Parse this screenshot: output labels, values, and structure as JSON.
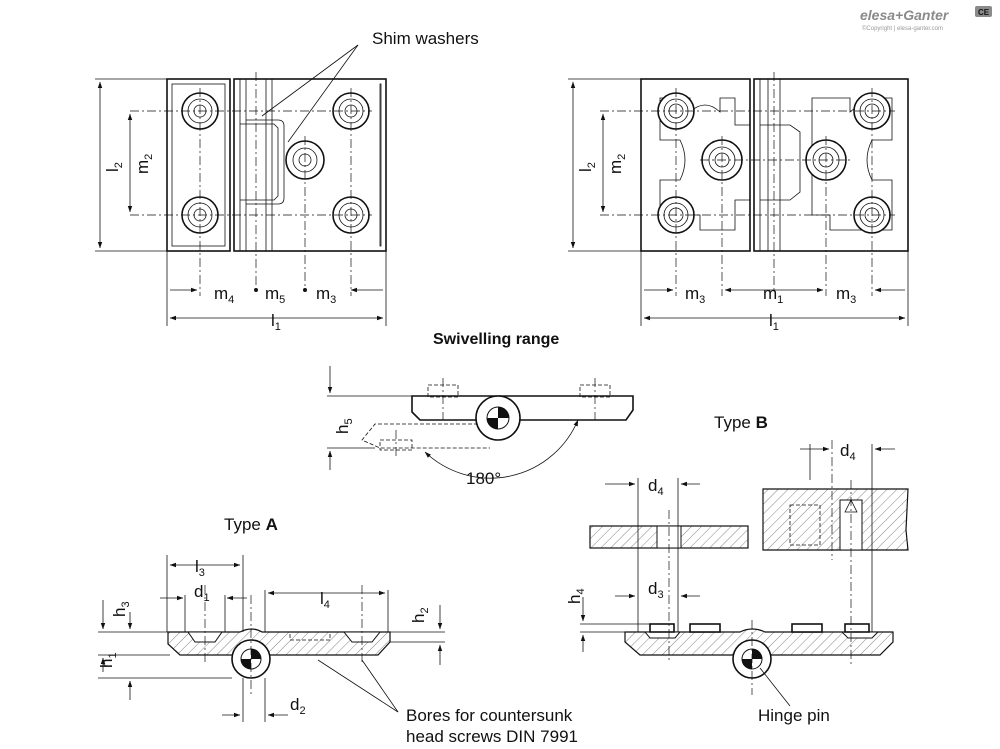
{
  "brand": {
    "name": "elesa+Ganter",
    "copyright": "©Copyright | elesa-ganter.com",
    "badge": "CE"
  },
  "labels": {
    "shim_washers": "Shim washers",
    "swivelling_range": "Swivelling range",
    "angle": "180°",
    "type_a_prefix": "Type ",
    "type_a_letter": "A",
    "type_b_prefix": "Type ",
    "type_b_letter": "B",
    "bores_line1": "Bores for countersunk",
    "bores_line2": "head screws DIN 7991",
    "hinge_pin": "Hinge pin"
  },
  "dimensions": {
    "l1": {
      "base": "l",
      "sub": "1"
    },
    "l2": {
      "base": "l",
      "sub": "2"
    },
    "l3": {
      "base": "l",
      "sub": "3"
    },
    "l4": {
      "base": "l",
      "sub": "4"
    },
    "m1": {
      "base": "m",
      "sub": "1"
    },
    "m2": {
      "base": "m",
      "sub": "2"
    },
    "m3": {
      "base": "m",
      "sub": "3"
    },
    "m4": {
      "base": "m",
      "sub": "4"
    },
    "m5": {
      "base": "m",
      "sub": "5"
    },
    "h1": {
      "base": "h",
      "sub": "1"
    },
    "h2": {
      "base": "h",
      "sub": "2"
    },
    "h3": {
      "base": "h",
      "sub": "3"
    },
    "h4": {
      "base": "h",
      "sub": "4"
    },
    "h5": {
      "base": "h",
      "sub": "5"
    },
    "d1": {
      "base": "d",
      "sub": "1"
    },
    "d2": {
      "base": "d",
      "sub": "2"
    },
    "d3": {
      "base": "d",
      "sub": "3"
    },
    "d4": {
      "base": "d",
      "sub": "4"
    }
  }
}
